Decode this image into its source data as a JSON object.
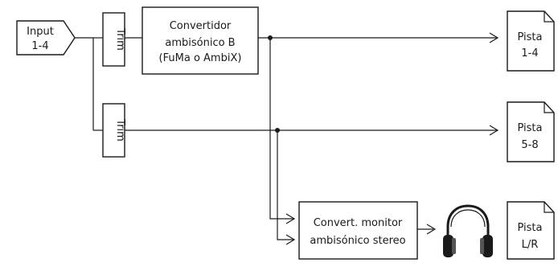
{
  "input": {
    "line1": "Input",
    "line2": "1-4"
  },
  "trim_top": {
    "label": "Trim"
  },
  "trim_bottom": {
    "label": "Trim"
  },
  "converter": {
    "line1": "Convertidor",
    "line2": "ambisónico B",
    "line3": "(FuMa o AmbiX)"
  },
  "monitor_converter": {
    "line1": "Convert. monitor",
    "line2": "ambisónico stereo"
  },
  "tracks": [
    {
      "line1": "Pista",
      "line2": "1-4"
    },
    {
      "line1": "Pista",
      "line2": "5-8"
    },
    {
      "line1": "Pista",
      "line2": "L/R"
    }
  ],
  "icons": {
    "headphones": "headphones-icon",
    "track_doc": "document-icon"
  }
}
